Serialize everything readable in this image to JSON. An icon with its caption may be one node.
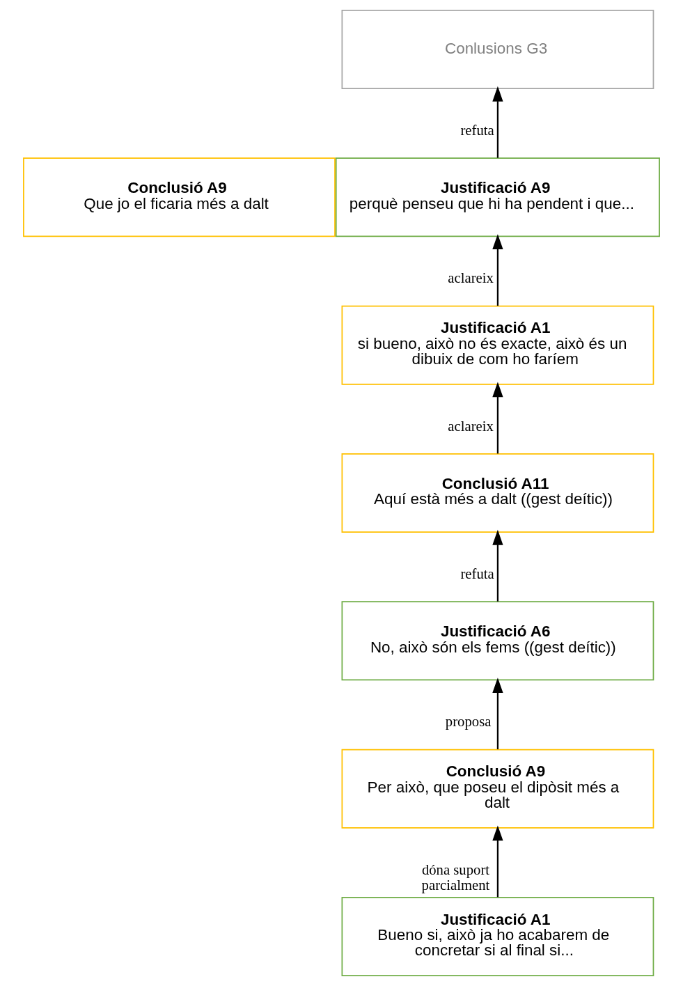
{
  "diagram": {
    "nodes": [
      {
        "text": [
          "Conlusions G3"
        ]
      },
      {
        "text": [
          "Conclusió A9",
          "Que jo el ficaria més a dalt"
        ]
      },
      {
        "text": [
          "Justificació A9",
          "perquè penseu que hi ha pendent i que..."
        ]
      },
      {
        "text": [
          "Justificació A1",
          "si bueno, això no és exacte, això és un dibuix de com ho faríem"
        ]
      },
      {
        "text": [
          "Conclusió A11",
          "Aquí està més a dalt ((gest deític))"
        ]
      },
      {
        "text": [
          "Justificació A6",
          "No, això són els fems ((gest deític))"
        ]
      },
      {
        "text": [
          "Conclusió A9",
          "Per això, que poseu el dipòsit més a dalt"
        ]
      },
      {
        "text": [
          "Justificació A1",
          "Bueno si, això ja ho acabarem de concretar si al final si..."
        ]
      }
    ],
    "edges": [
      {
        "from": 2,
        "to": 0,
        "arrow": "to",
        "label": "refuta"
      },
      {
        "from": 3,
        "to": 2,
        "arrow": "to",
        "label": "aclareix"
      },
      {
        "from": 4,
        "to": 3,
        "arrow": "to",
        "label": "aclareix"
      },
      {
        "from": 5,
        "to": 4,
        "arrow": "to",
        "label": "refuta"
      },
      {
        "from": 6,
        "to": 5,
        "arrow": "to",
        "label": "proposa"
      },
      {
        "from": 7,
        "to": 6,
        "arrow": "to",
        "label": "dóna suport parcialment"
      }
    ]
  }
}
